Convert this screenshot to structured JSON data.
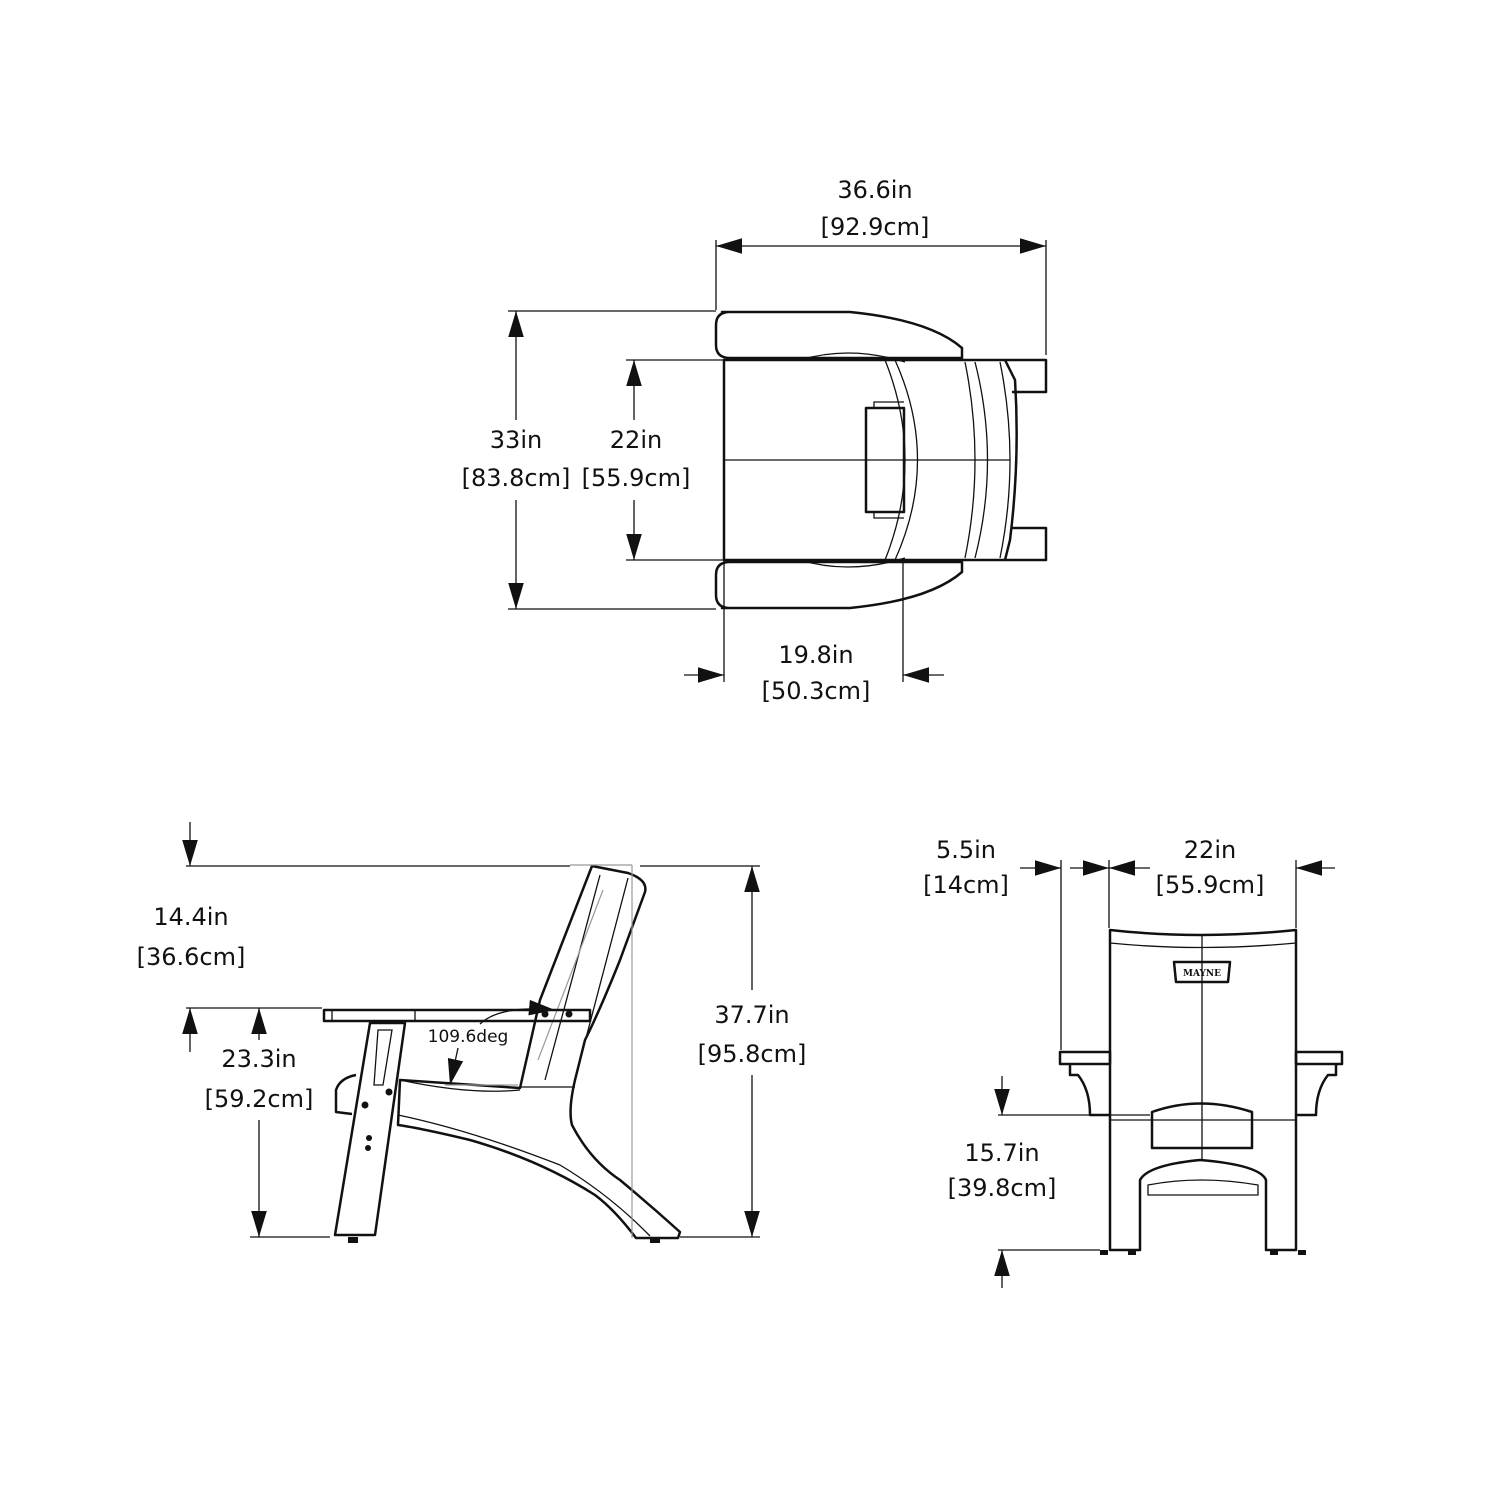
{
  "top_view": {
    "overall_width": {
      "in": "36.6in",
      "cm": "[92.9cm]"
    },
    "overall_depth": {
      "in": "33in",
      "cm": "[83.8cm]"
    },
    "seat_width": {
      "in": "22in",
      "cm": "[55.9cm]"
    },
    "seat_depth": {
      "in": "19.8in",
      "cm": "[50.3cm]"
    }
  },
  "side_view": {
    "back_above_arm": {
      "in": "14.4in",
      "cm": "[36.6cm]"
    },
    "arm_height": {
      "in": "23.3in",
      "cm": "[59.2cm]"
    },
    "overall_height": {
      "in": "37.7in",
      "cm": "[95.8cm]"
    },
    "back_angle": "109.6deg"
  },
  "front_view": {
    "arm_width": {
      "in": "5.5in",
      "cm": "[14cm]"
    },
    "seat_width": {
      "in": "22in",
      "cm": "[55.9cm]"
    },
    "seat_height": {
      "in": "15.7in",
      "cm": "[39.8cm]"
    },
    "logo": "MAYNE"
  },
  "colors": {
    "line": "#111111",
    "construction": "#999999"
  }
}
